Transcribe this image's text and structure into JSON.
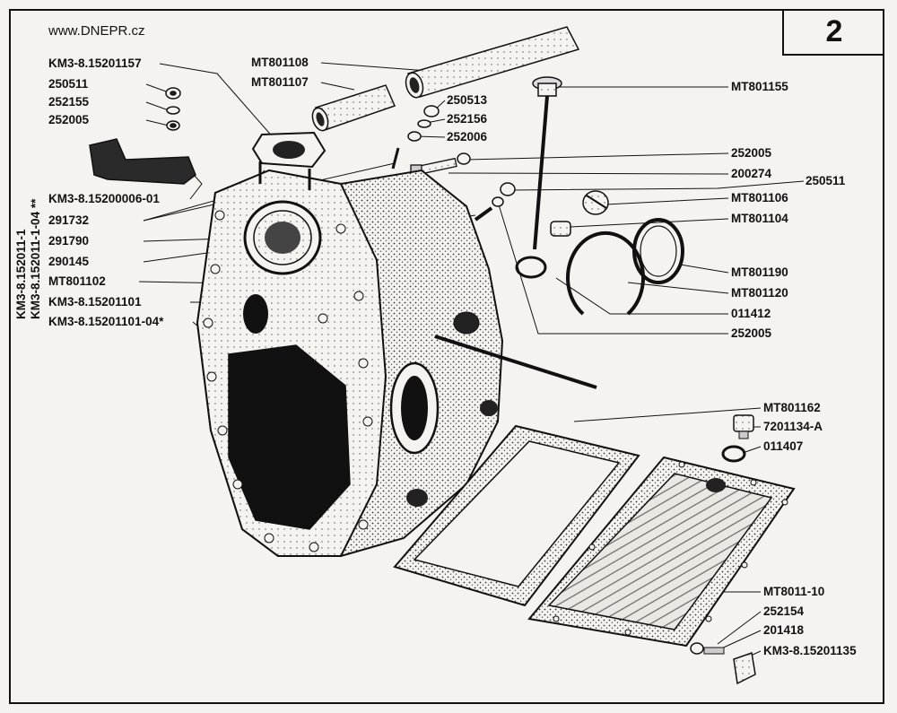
{
  "header": {
    "website": "www.DNEPR.cz",
    "page_number": "2"
  },
  "labels_left": [
    "KM3-8.15201157",
    "250511",
    "252155",
    "252005",
    "KM3-8.15200006-01",
    "291732",
    "291790",
    "290145",
    "MT801102",
    "KM3-8.15201101",
    "KM3-8.15201101-04*"
  ],
  "labels_vertical": [
    "KM3-8.152011-1",
    "KM3-8.152011-1-04 **"
  ],
  "labels_top": [
    "MT801108",
    "MT801107"
  ],
  "labels_center": [
    "250513",
    "252156",
    "252006"
  ],
  "labels_right": [
    "MT801155",
    "252005",
    "200274",
    "250511",
    "MT801106",
    "MT801104",
    "MT801190",
    "MT801120",
    "011412",
    "252005",
    "MT801162",
    "7201134-A",
    "011407",
    "MT8011-10",
    "252154",
    "201418",
    "KM3-8.15201135"
  ]
}
